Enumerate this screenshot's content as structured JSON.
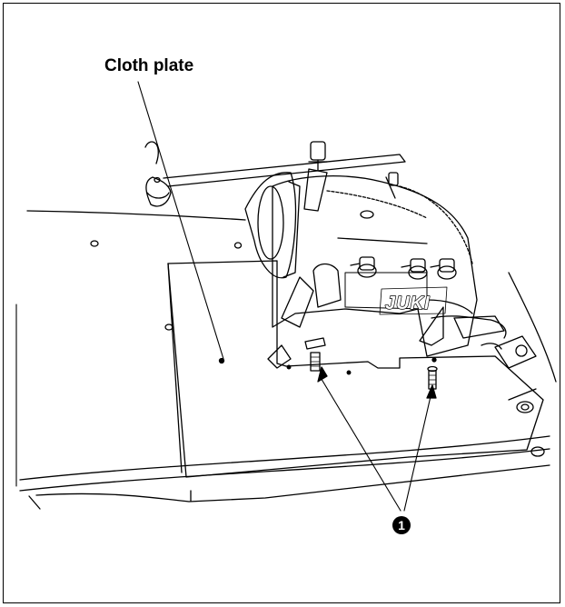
{
  "callouts": {
    "cloth_plate_label": "Cloth plate",
    "screw_number": "1"
  },
  "machine": {
    "brand_label": "JUKI"
  },
  "colors": {
    "line": "#000000",
    "background": "#ffffff"
  }
}
